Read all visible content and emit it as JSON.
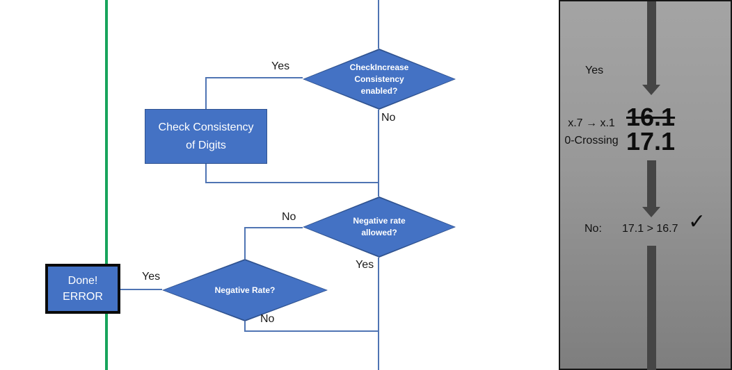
{
  "colors": {
    "shape_blue": "#4472C4",
    "shape_border_blue": "#2F528F",
    "connector_blue": "#4F74B3",
    "green_line": "#17A45C",
    "panel_gray_top": "#A4A4A4",
    "panel_gray_bottom": "#7E7E7E",
    "arrow_gray": "#454545",
    "done_border_black": "#0A0A0A"
  },
  "flowchart": {
    "check_increase_diamond": {
      "lines": [
        "CheckIncrease",
        "Consistency",
        "enabled?"
      ]
    },
    "check_consistency_box": {
      "lines": [
        "Check Consistency",
        "of Digits"
      ]
    },
    "negative_rate_allowed_diamond": {
      "lines": [
        "Negative rate",
        "allowed?"
      ]
    },
    "negative_rate_diamond": {
      "label": "Negative Rate?"
    },
    "done_error_box": {
      "lines": [
        "Done!",
        "ERROR"
      ]
    },
    "labels": {
      "yes_top": "Yes",
      "no_top": "No",
      "no_mid": "No",
      "yes_mid": "Yes",
      "yes_done": "Yes",
      "no_bottom": "No"
    }
  },
  "panel": {
    "yes_label": "Yes",
    "crossing_line1": "x.7 → x.1",
    "crossing_line2": "0-Crossing",
    "old_value": "16.1",
    "new_value": "17.1",
    "comparison_prefix": "No:",
    "comparison": "17.1 > 16.7",
    "checkmark": "✓"
  }
}
